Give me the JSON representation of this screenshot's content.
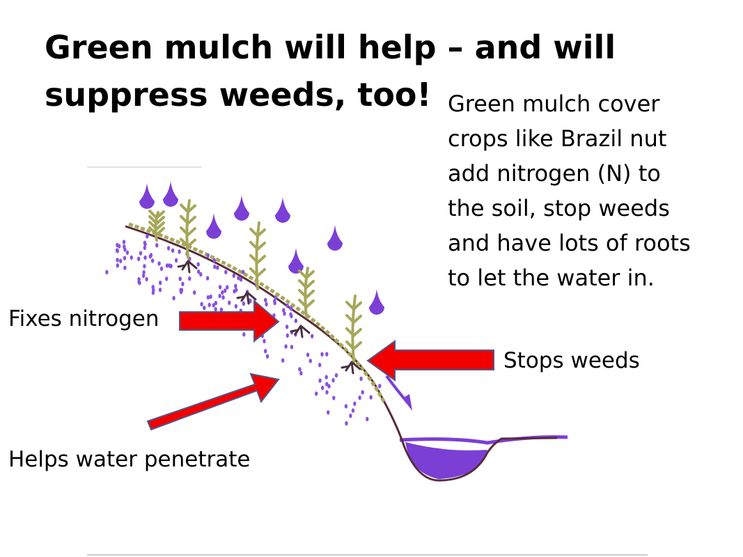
{
  "title": {
    "line1": "Green mulch will help – and will",
    "line2": "suppress weeds, too!"
  },
  "description": {
    "lines": [
      "Green mulch cover",
      "crops like Brazil nut",
      "add nitrogen (N) to",
      "the soil, stop weeds",
      "and have lots of roots",
      "to let the water in."
    ]
  },
  "labels": {
    "fixes_nitrogen": "Fixes nitrogen",
    "stops_weeds": "Stops weeds",
    "helps_water": "Helps water penetrate"
  },
  "colors": {
    "water": "#7b3fd6",
    "arrow": "#f20000",
    "arrow_outline": "#4a5a8a",
    "ground": "#5a2a3a",
    "plant": "#a6a85a",
    "roots": "#4a3040"
  },
  "icons": [
    "raindrop-icon",
    "plant-icon",
    "arrow-icon"
  ]
}
